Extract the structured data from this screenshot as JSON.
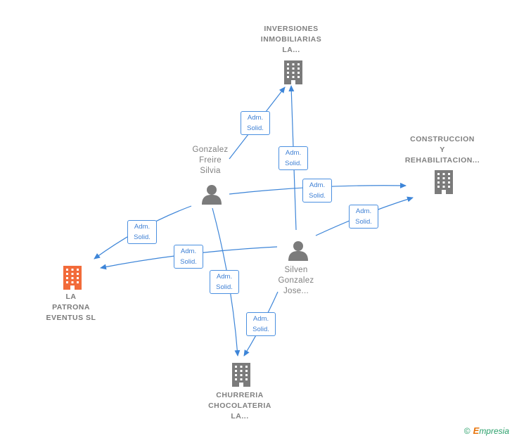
{
  "nodes": {
    "inversiones": {
      "label": "INVERSIONES\nINMOBILIARIAS\nLA..."
    },
    "construccion": {
      "label": "CONSTRUCCION\nY\nREHABILITACION..."
    },
    "la_patrona": {
      "label": "LA\nPATRONA\nEVENTUS  SL"
    },
    "churreria": {
      "label": "CHURRERIA\nCHOCOLATERIA\nLA..."
    },
    "gonzalez_freire": {
      "label": "Gonzalez\nFreire\nSilvia"
    },
    "silven": {
      "label": "Silven\nGonzalez\nJose..."
    }
  },
  "edge_label": "Adm.\nSolid.",
  "colors": {
    "edge": "#3d85d8",
    "company": "#7b7b7b",
    "highlight_company": "#f26b3a",
    "person": "#7b7b7b"
  },
  "footer": {
    "copyright": "©",
    "brand_first": "E",
    "brand_rest": "mpresia"
  }
}
